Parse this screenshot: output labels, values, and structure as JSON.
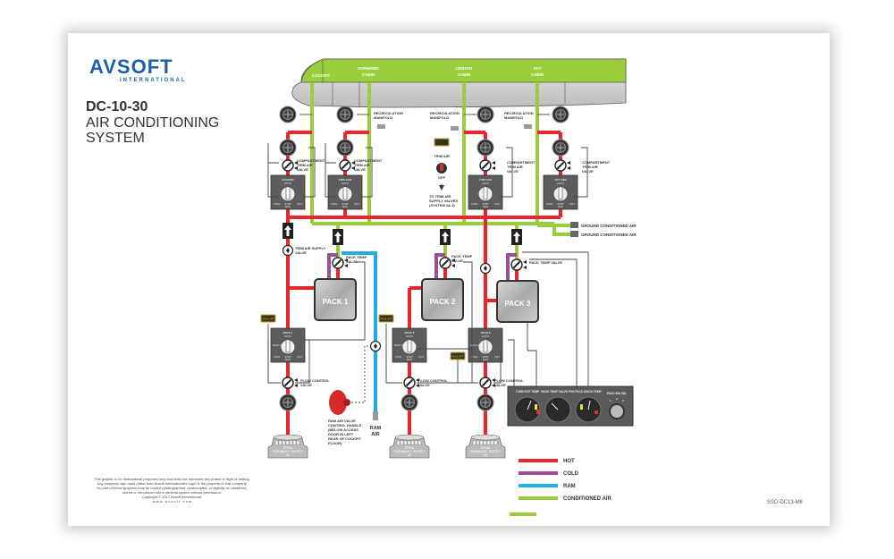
{
  "logo": {
    "name": "AVSOFT",
    "sub": "INTERNATIONAL"
  },
  "title": {
    "aircraft": "DC-10-30",
    "line1": "AIR CONDITIONING",
    "line2": "SYSTEM"
  },
  "fuselage": {
    "zones": [
      "COCKPIT",
      "FORWARD CABIN",
      "CENTER CABIN",
      "AFT CABIN"
    ],
    "zone_lines": [
      [
        "COCKPIT"
      ],
      [
        "FORWARD",
        "CABIN"
      ],
      [
        "CENTER",
        "CABIN"
      ],
      [
        "AFT",
        "CABIN"
      ]
    ]
  },
  "labels": {
    "recirculation_manifold": [
      "RECIRCULATION",
      "MANIFOLD"
    ],
    "compartment_trim_air_valve": [
      "COMPARTMENT",
      "TRIM AIR",
      "VALVE"
    ],
    "trim_air_switch": "TRIM AIR",
    "trim_air_off": "OFF",
    "to_trim_air": [
      "TO TRIM AIR",
      "SUPPLY VALVES",
      "(SYSTEM 1& 3)"
    ],
    "trim_air_supply_valve": [
      "TRIM AIR SUPPLY",
      "VALVE"
    ],
    "pack_temp_valve": [
      "PACK TEMP",
      "VALVE"
    ],
    "pack_temp_valve_single": "PACK TEMP VALVE",
    "ground_conditioned_air": "GROUND CONDITIONED AIR",
    "flow_control_valve": [
      "FLOW CONTROL",
      "VALVE"
    ],
    "ram_air_handle": [
      "RAM AIR VALVE",
      "CONTROL HANDLE",
      "(BELOW ACCESS",
      "DOOR IN LEFT",
      "REAR OF COCKPIT",
      "FLOOR)"
    ],
    "ram_air": [
      "RAM",
      "AIR"
    ],
    "pack_off_light": "PACK OFF"
  },
  "zone_selectors": [
    {
      "name": "COCKPIT",
      "mode": "AUTO"
    },
    {
      "name": "FWD CAB",
      "mode": "AUTO"
    },
    {
      "name": "CTR CAB",
      "mode": "AUTO"
    },
    {
      "name": "AFT CAB",
      "mode": "AUTO"
    }
  ],
  "selector_positions": {
    "cold": "COLD",
    "stop": "STOP",
    "man": "MAN",
    "hot": "HOT"
  },
  "packs": [
    {
      "name": "PACK 1",
      "selector": "PACK 1",
      "mode": "AUTO",
      "off": "PACK OFF",
      "supply": [
        "FROM",
        "PNEUMATIC SUPPLY",
        "#1"
      ]
    },
    {
      "name": "PACK 2",
      "selector": "PACK 2",
      "mode": "AUTO",
      "off": "PACK OFF",
      "supply": [
        "FROM",
        "PNEUMATIC SUPPLY",
        "#2"
      ]
    },
    {
      "name": "PACK 3",
      "selector": "PACK 3",
      "mode": "AUTO",
      "off": "PACK OFF",
      "supply": [
        "FROM",
        "PNEUMATIC SUPPLY",
        "#3"
      ]
    }
  ],
  "gauge_panel": {
    "gauges": [
      "TURB EXIT TEMP",
      "PACK TEMP VALVE POS",
      "PACK DISCH TEMP"
    ],
    "selector": "PACK IND SEL",
    "selector_positions": [
      "1",
      "2",
      "3"
    ]
  },
  "legend": [
    {
      "label": "HOT",
      "color": "#e8262d"
    },
    {
      "label": "COLD",
      "color": "#9b4f96"
    },
    {
      "label": "RAM",
      "color": "#1eaee4"
    },
    {
      "label": "CONDITIONED AIR",
      "color": "#9acd3c"
    }
  ],
  "colors": {
    "hot": "#e8262d",
    "cold": "#9b4f96",
    "ram": "#1eaee4",
    "conditioned": "#9acd3c",
    "brand": "#1d5fa8"
  },
  "disclaimer": [
    "This graphic is for instructional purposes only and does not represent any phase of flight or setting.",
    "Any company logo used (other than Avsoft International's logo) is the property of that company.",
    "No part of these graphics may be copied (photographed, photocopied, or digitally re-mastered),",
    "stored or introduced into a retrieval system without permission.",
    "Copyright © 2017 Avsoft International.",
    "w w w . a v s o f t . c o m"
  ],
  "document_id": "SSD-DC13-M6"
}
